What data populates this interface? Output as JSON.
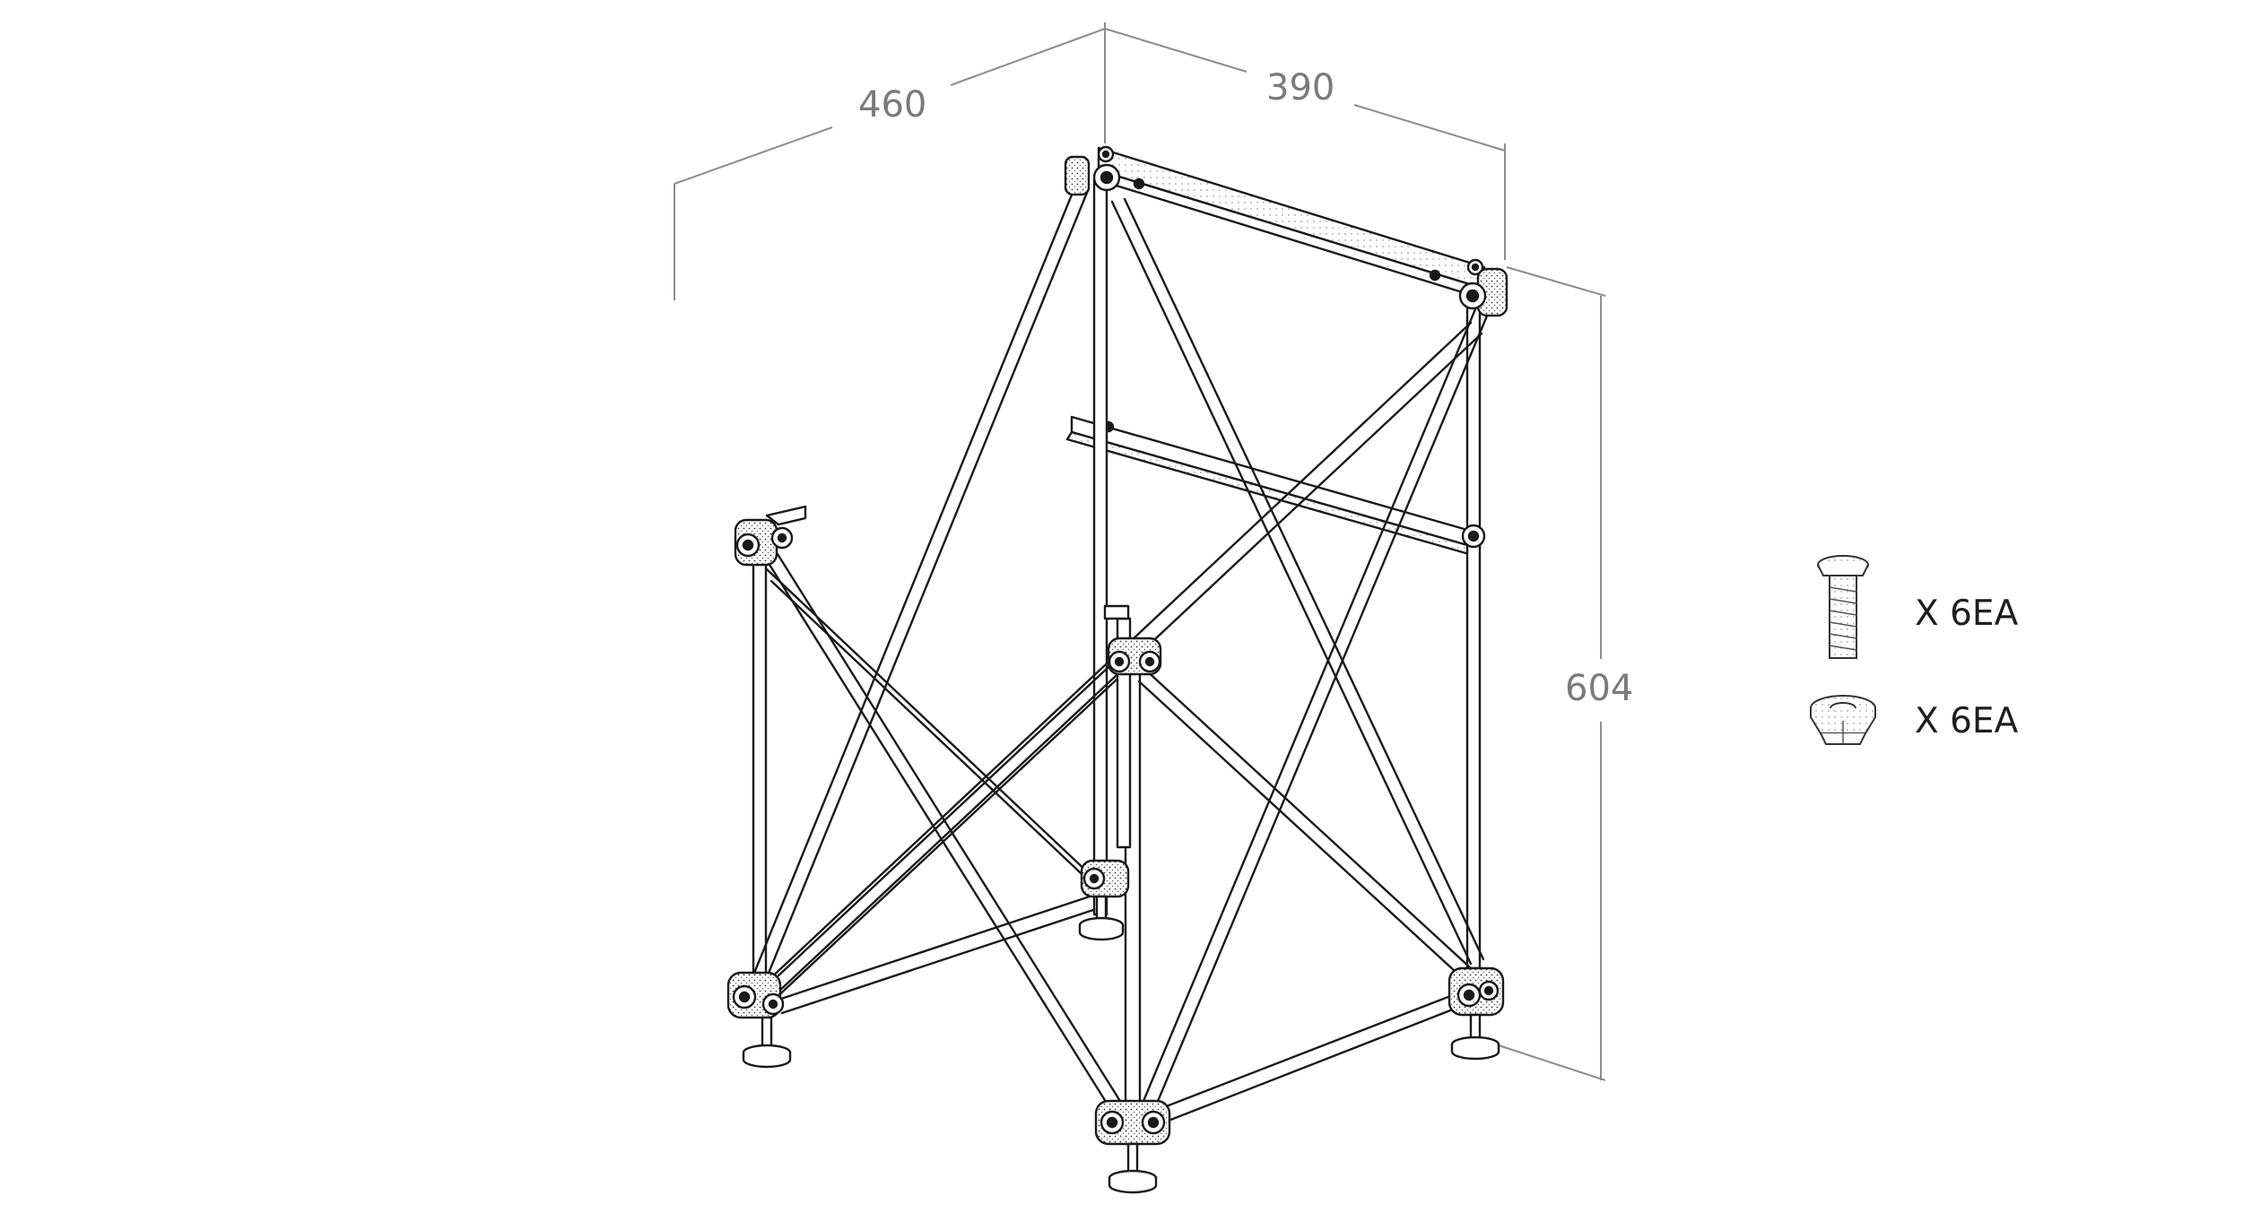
{
  "dimensions": {
    "depth": "460",
    "width": "390",
    "height": "604"
  },
  "hardware": {
    "bolt_icon": "bolt-icon",
    "bolt_quantity": "X 6EA",
    "nut_icon": "flange-nut-icon",
    "nut_quantity": "X 6EA"
  },
  "colors": {
    "line": "#1a1a1a",
    "dimension": "#8c8c8c",
    "label": "#7a7a7a"
  }
}
